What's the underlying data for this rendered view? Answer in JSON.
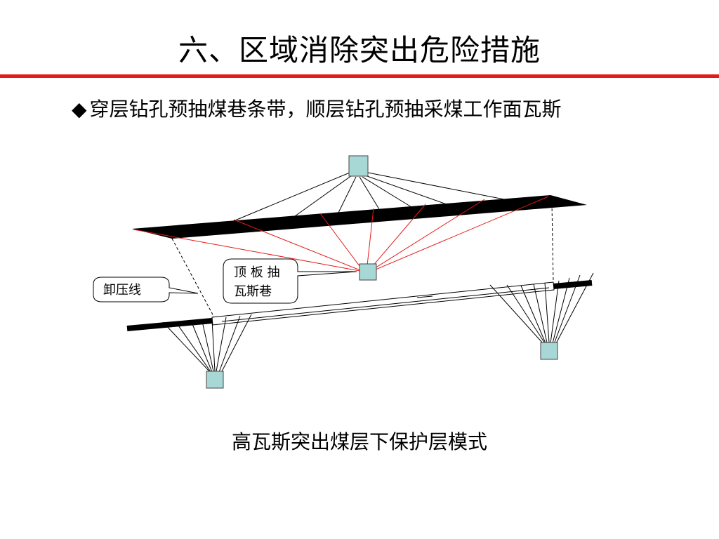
{
  "slide": {
    "title": "六、区域消除突出危险措施",
    "bullet_symbol": "◆",
    "bullet_text": "穿层钻孔预抽煤巷条带，顺层钻孔预抽采煤工作面瓦斯"
  },
  "diagram": {
    "callout_roof": {
      "line1": "顶 板 抽",
      "line2": "瓦斯巷"
    },
    "callout_pressure": {
      "label": "卸压线"
    },
    "colors": {
      "drill_station": "#a7d8d6",
      "red_borehole": "#e31b1b",
      "seam": "#000000"
    }
  },
  "caption": "高瓦斯突出煤层下保护层模式"
}
